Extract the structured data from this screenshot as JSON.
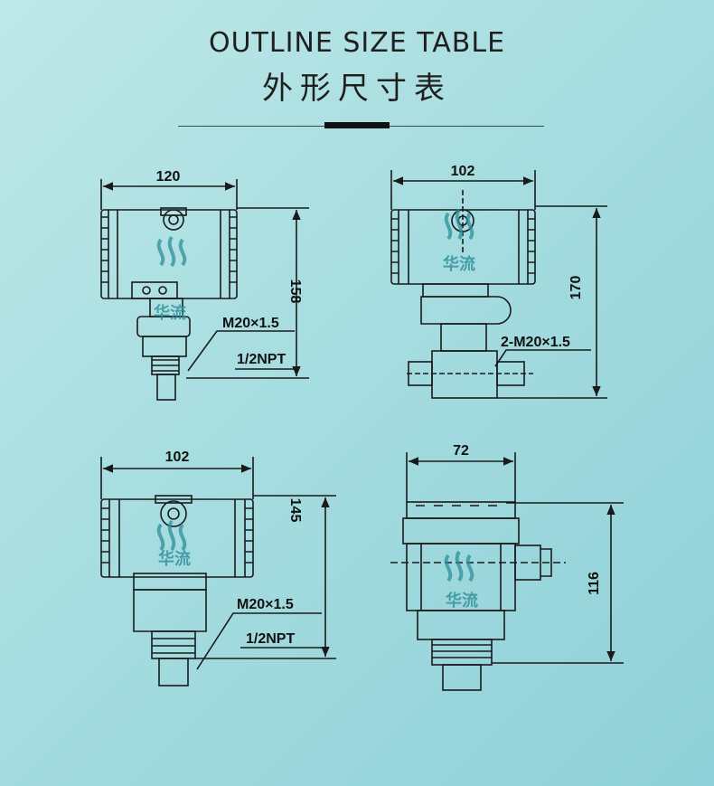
{
  "header": {
    "title_en": "OUTLINE SIZE TABLE",
    "title_cn": "外形尺寸表"
  },
  "watermark": {
    "text": "华流",
    "color": "#2e8f9a"
  },
  "colors": {
    "line": "#1a1a1a",
    "background": "#a6dde0"
  },
  "drawings": [
    {
      "width": "120",
      "height": "158",
      "labels": [
        "M20×1.5",
        "1/2NPT"
      ]
    },
    {
      "width": "102",
      "height": "170",
      "labels": [
        "2-M20×1.5"
      ]
    },
    {
      "width": "102",
      "height": "145",
      "labels": [
        "M20×1.5",
        "1/2NPT"
      ]
    },
    {
      "width": "72",
      "height": "116",
      "labels": []
    }
  ]
}
